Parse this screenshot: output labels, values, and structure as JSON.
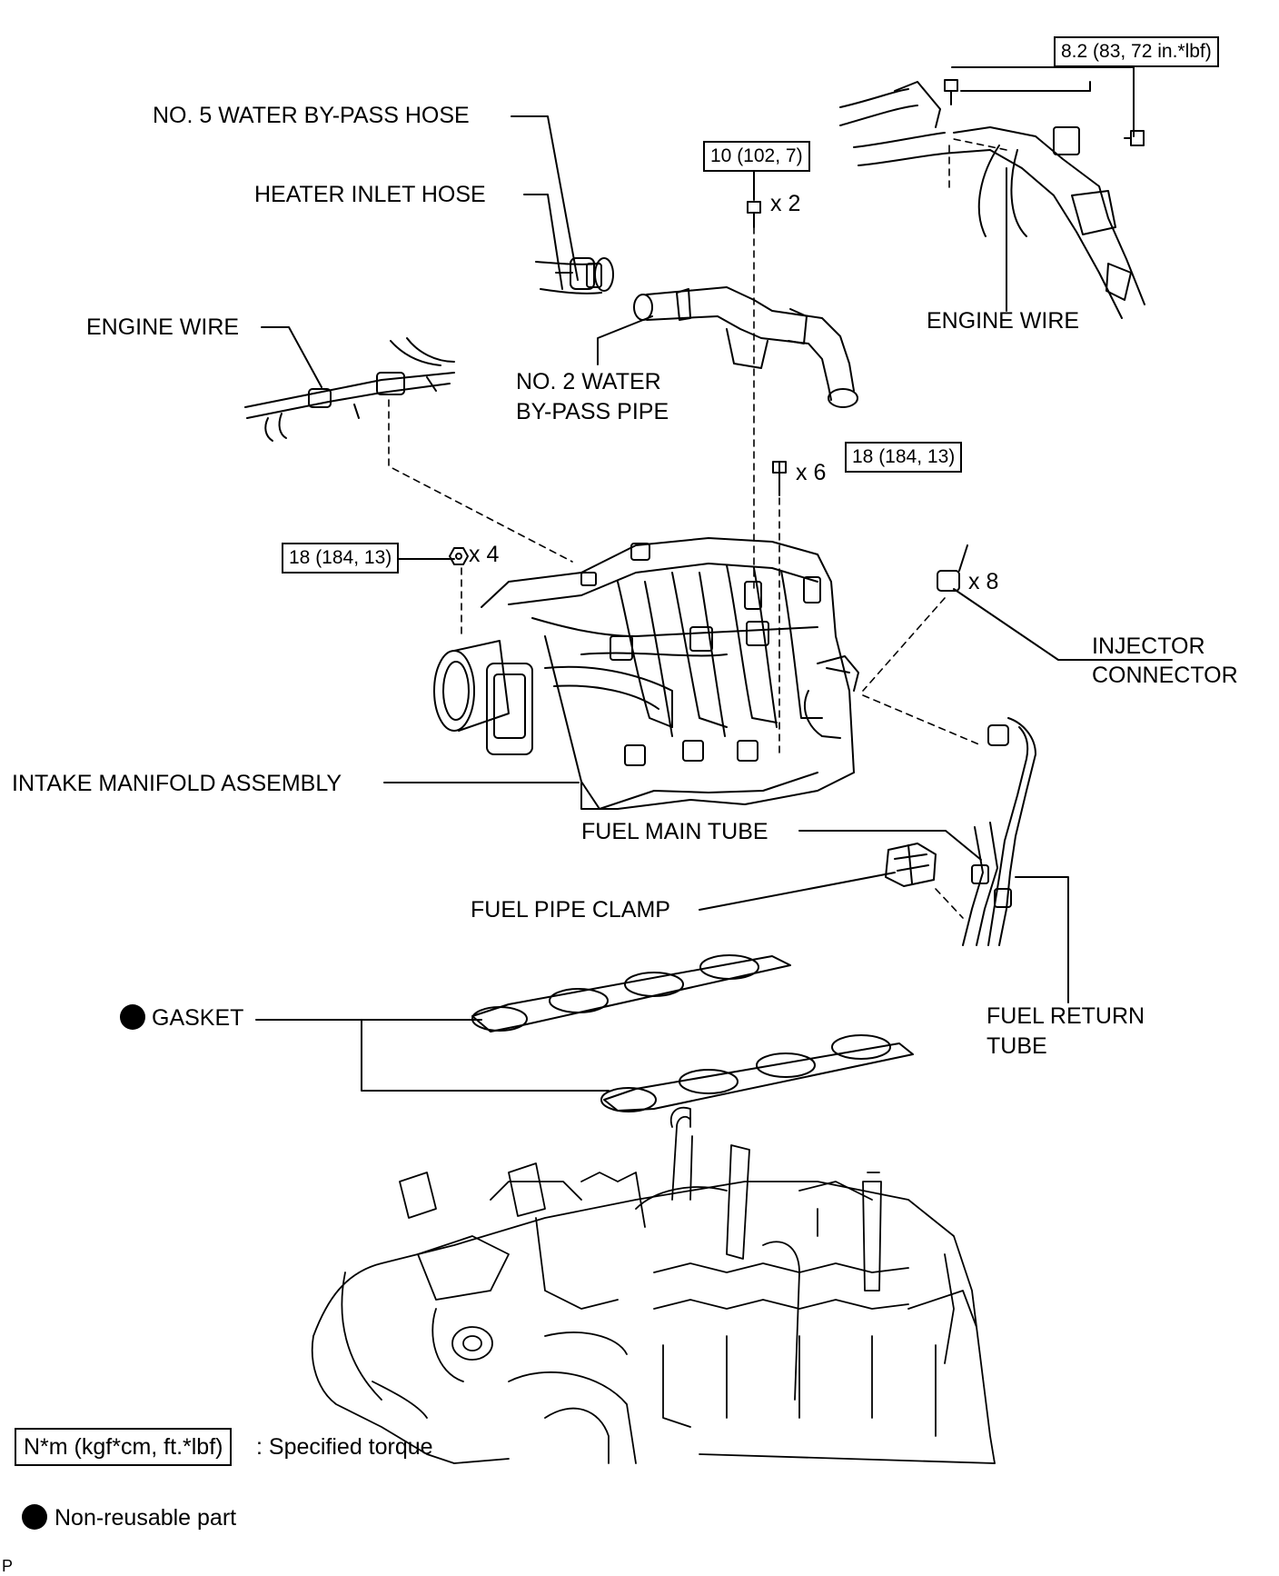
{
  "labels": {
    "no5_water_bypass_hose": "NO. 5 WATER BY-PASS HOSE",
    "heater_inlet_hose": "HEATER INLET HOSE",
    "engine_wire_left": "ENGINE WIRE",
    "engine_wire_right": "ENGINE WIRE",
    "no2_water_bypass_pipe_line1": "NO. 2 WATER",
    "no2_water_bypass_pipe_line2": "BY-PASS PIPE",
    "injector_connector_line1": "INJECTOR",
    "injector_connector_line2": "CONNECTOR",
    "intake_manifold_assembly": "INTAKE MANIFOLD ASSEMBLY",
    "fuel_main_tube": "FUEL MAIN TUBE",
    "fuel_pipe_clamp": "FUEL PIPE CLAMP",
    "gasket": "GASKET",
    "fuel_return_tube_line1": "FUEL RETURN",
    "fuel_return_tube_line2": "TUBE"
  },
  "torque": {
    "engine_wire_bolt": "8.2 (83, 72 in.*lbf)",
    "bypass_pipe_bolt": "10 (102, 7)",
    "manifold_bolt": "18 (184, 13)",
    "manifold_nut": "18 (184, 13)"
  },
  "quantities": {
    "bypass_pipe_bolt": "x 2",
    "manifold_bolt": "x 6",
    "manifold_nut": "x 4",
    "injector_connector": "x 8"
  },
  "legend": {
    "torque_unit": "N*m (kgf*cm, ft.*lbf)",
    "torque_desc": ": Specified torque",
    "nonreusable_desc": "Non-reusable part"
  },
  "footer_code": "P"
}
